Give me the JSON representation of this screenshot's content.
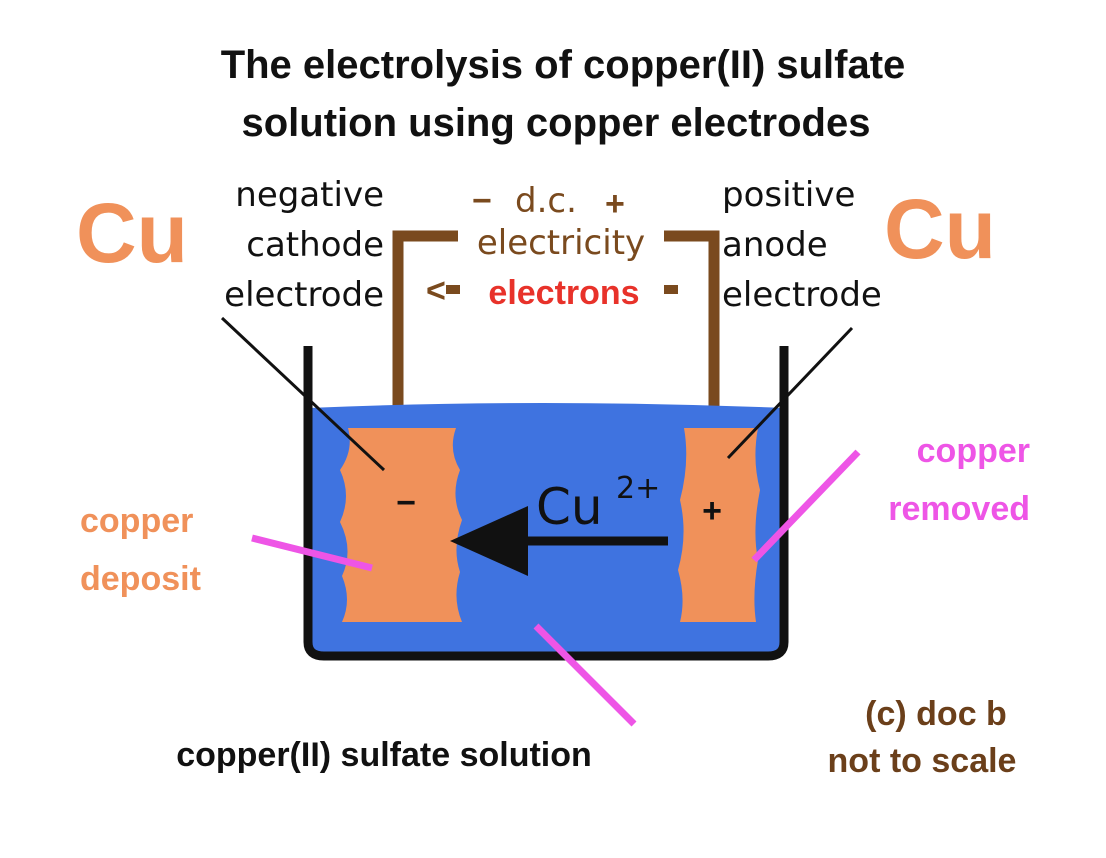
{
  "title": {
    "line1": "The electrolysis of copper(II) sulfate",
    "line2": "solution using copper electrodes"
  },
  "cathode": {
    "element": "Cu",
    "line1": "negative",
    "line2": "cathode",
    "line3": "electrode",
    "sign": "−"
  },
  "anode": {
    "element": "Cu",
    "line1": "positive",
    "line2": "anode",
    "line3": "electrode",
    "sign": "+"
  },
  "supply": {
    "minus": "−",
    "dc": "d.c.",
    "plus": "+",
    "electricity": "electricity",
    "electrons_arrow": "<",
    "electrons": "electrons"
  },
  "ion": {
    "symbol": "Cu",
    "charge": "2+"
  },
  "labels": {
    "deposit_line1": "copper",
    "deposit_line2": "deposit",
    "removed_line1": "copper",
    "removed_line2": "removed",
    "solution": "copper(II) sulfate solution",
    "credit_line1": "(c) doc b",
    "credit_line2": "not to scale"
  },
  "colors": {
    "copper": "#f0915a",
    "solution": "#3f73e0",
    "wire": "#7a4a1e",
    "electrons": "#e8322a",
    "pointer": "#ee55e6",
    "ion_arrow": "#111111"
  }
}
